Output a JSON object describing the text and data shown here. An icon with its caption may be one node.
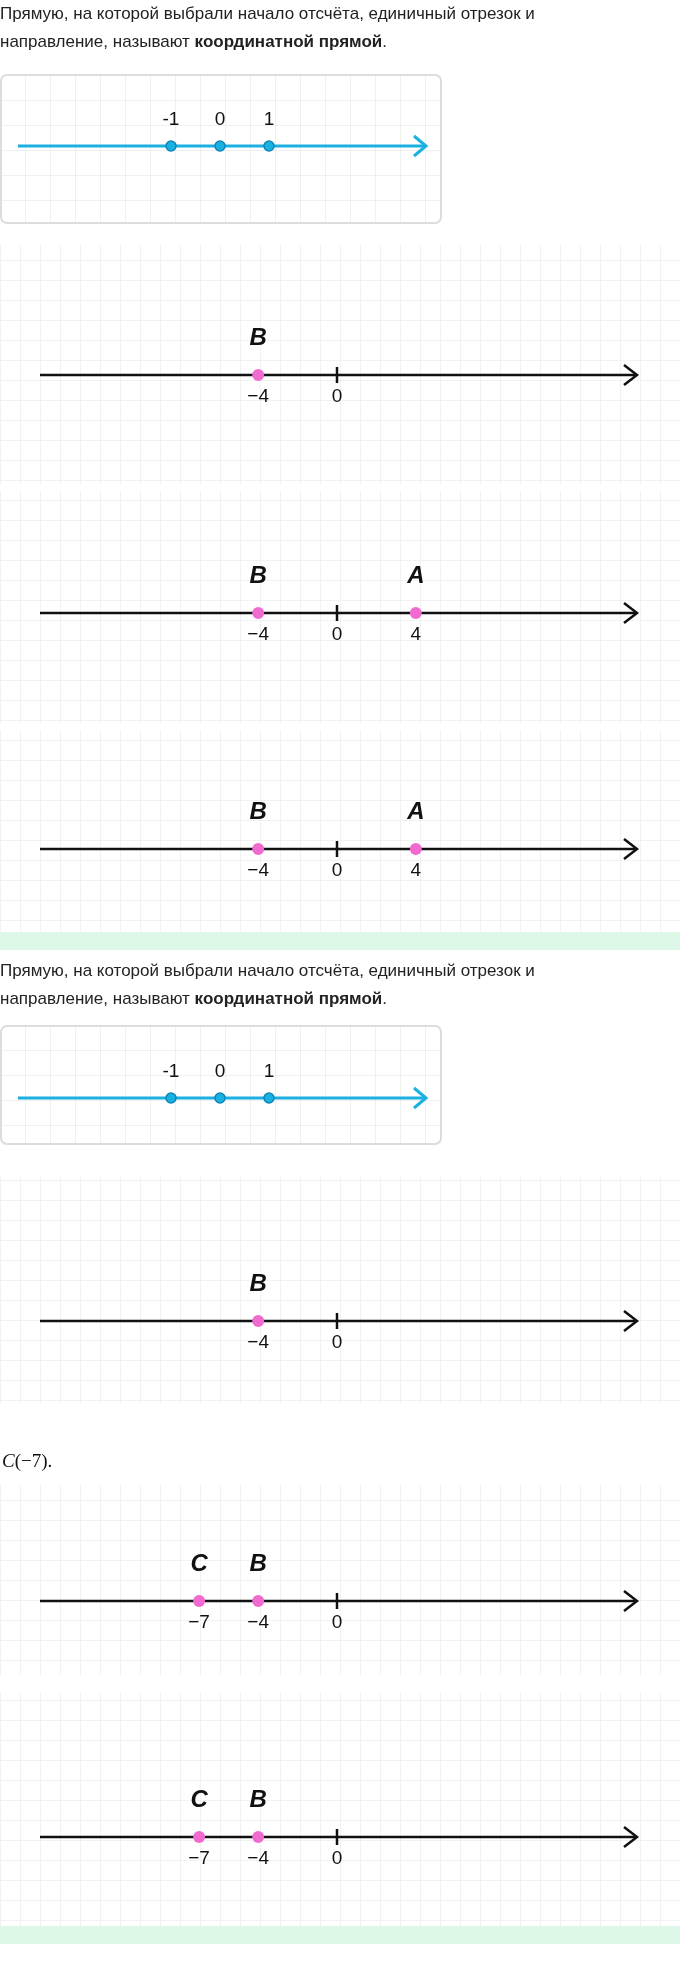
{
  "diagram": {
    "nodes": [
      {
        "text": [],
        "shape": "bar"
      },
      {
        "text": [],
        "shape": "bar"
      }
    ],
    "labels": [
      "Прямую, на которой выбрали начало отсчёта, единичный отрезок и направление, называют **координатной прямой**.",
      "-1",
      "0",
      "1",
      "B",
      "−4",
      "0",
      "B",
      "A",
      "−4",
      "0",
      "4",
      "B",
      "A",
      "−4",
      "0",
      "4",
      "Прямую, на которой выбрали начало отсчёта, единичный отрезок и направление, называют **координатной прямой**.",
      "-1",
      "0",
      "1",
      "B",
      "−4",
      "0",
      "*C*(−7).",
      "C",
      "B",
      "−7",
      "−4",
      "0",
      "C",
      "B",
      "−7",
      "−4",
      "0"
    ]
  }
}
